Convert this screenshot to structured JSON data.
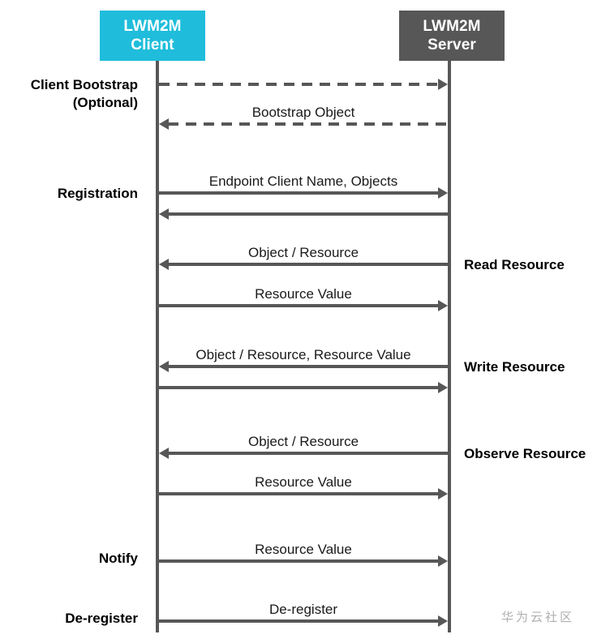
{
  "actors": {
    "client": {
      "name": "LWM2M Client",
      "line1": "LWM2M",
      "line2": "Client",
      "color": "#1FBDDB"
    },
    "server": {
      "name": "LWM2M Server",
      "line1": "LWM2M",
      "line2": "Server",
      "color": "#575757"
    }
  },
  "phases": [
    {
      "id": "bootstrap",
      "line1": "Client Bootstrap",
      "line2": "(Optional)"
    },
    {
      "id": "registration",
      "line1": "Registration",
      "line2": ""
    },
    {
      "id": "notify",
      "line1": "Notify",
      "line2": ""
    },
    {
      "id": "deregister",
      "line1": "De-register",
      "line2": ""
    }
  ],
  "operations": [
    {
      "id": "read",
      "label": "Read Resource"
    },
    {
      "id": "write",
      "label": "Write Resource"
    },
    {
      "id": "observe",
      "label": "Observe Resource"
    }
  ],
  "messages": [
    {
      "id": "bootstrap-request",
      "caption": "",
      "direction": "to-right",
      "style": "dashed"
    },
    {
      "id": "bootstrap-object",
      "caption": "Bootstrap Object",
      "direction": "to-left",
      "style": "dashed"
    },
    {
      "id": "registration-request",
      "caption": "Endpoint Client Name, Objects",
      "direction": "to-right",
      "style": "solid"
    },
    {
      "id": "registration-ack",
      "caption": "",
      "direction": "to-left",
      "style": "solid"
    },
    {
      "id": "read-request",
      "caption": "Object / Resource",
      "direction": "to-left",
      "style": "solid"
    },
    {
      "id": "read-response",
      "caption": "Resource Value",
      "direction": "to-right",
      "style": "solid"
    },
    {
      "id": "write-request",
      "caption": "Object / Resource, Resource Value",
      "direction": "to-left",
      "style": "solid"
    },
    {
      "id": "write-response",
      "caption": "",
      "direction": "to-right",
      "style": "solid"
    },
    {
      "id": "observe-request",
      "caption": "Object / Resource",
      "direction": "to-left",
      "style": "solid"
    },
    {
      "id": "observe-response",
      "caption": "Resource Value",
      "direction": "to-right",
      "style": "solid"
    },
    {
      "id": "notify-message",
      "caption": "Resource Value",
      "direction": "to-right",
      "style": "solid"
    },
    {
      "id": "deregister-message",
      "caption": "De-register",
      "direction": "to-right",
      "style": "solid"
    }
  ],
  "watermark": {
    "text": "华为云社区"
  },
  "colors": {
    "client_accent": "#1FBDDB",
    "server_accent": "#575757",
    "arrow": "#575757",
    "text": "#000000",
    "watermark": "#b0b0b0"
  }
}
